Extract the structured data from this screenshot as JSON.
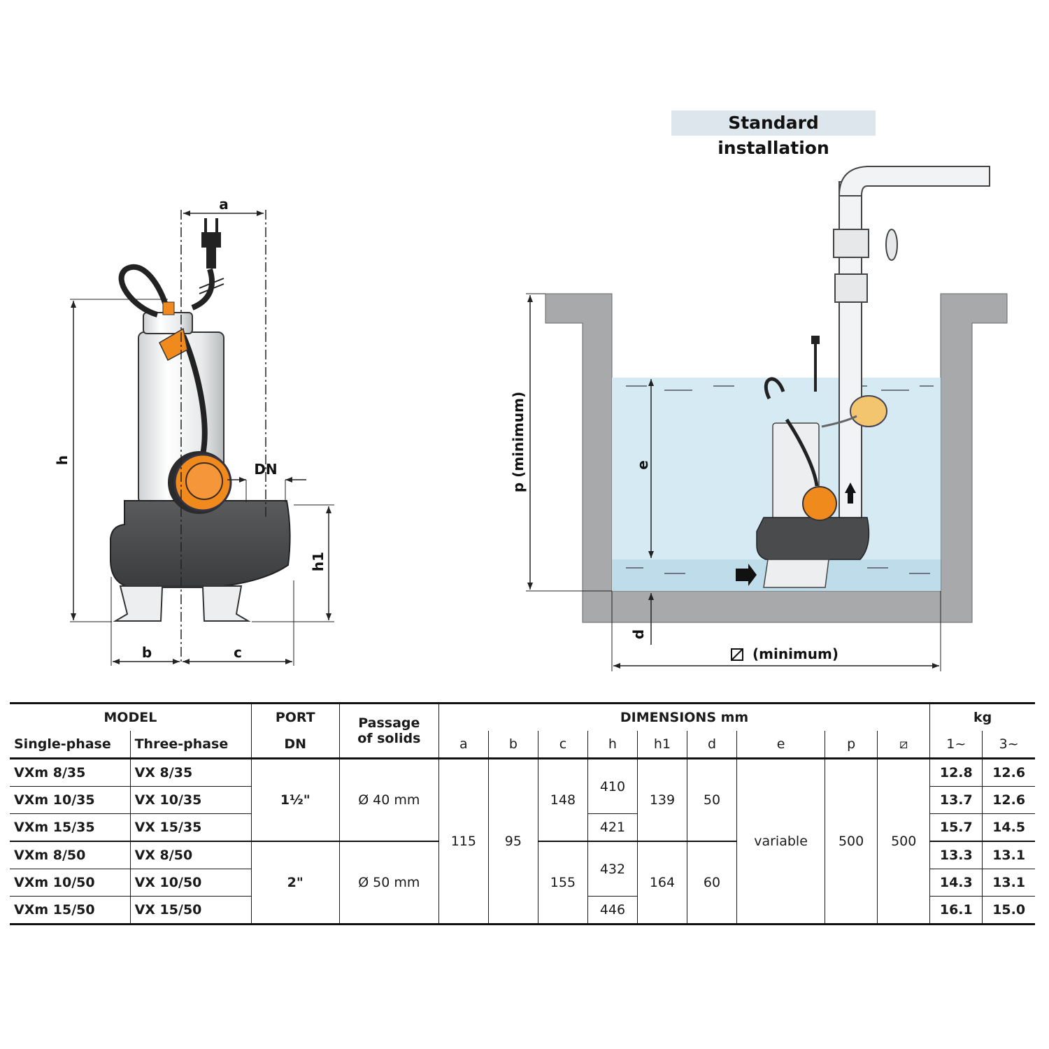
{
  "diagram_left": {
    "title": "Pump dimensions",
    "labels": {
      "a": "a",
      "b": "b",
      "c": "c",
      "h": "h",
      "h1": "h1",
      "DN": "DN"
    }
  },
  "diagram_right": {
    "title": "Standard installation",
    "labels": {
      "p": "p  (minimum)",
      "e": "e",
      "d": "d",
      "square": "(minimum)"
    }
  },
  "table": {
    "headers": {
      "model": "MODEL",
      "single_phase": "Single-phase",
      "three_phase": "Three-phase",
      "port": "PORT",
      "dn": "DN",
      "passage": "Passage",
      "of_solids": "of solids",
      "dimensions": "DIMENSIONS mm",
      "kg": "kg",
      "dim_cols": [
        "a",
        "b",
        "c",
        "h",
        "h1",
        "d",
        "e",
        "p",
        "⧄"
      ],
      "kg_cols": [
        "1~",
        "3~"
      ]
    },
    "rows": [
      {
        "single": "VXm 8/35",
        "three": "VX 8/35",
        "kg1": "12.8",
        "kg3": "12.6"
      },
      {
        "single": "VXm 10/35",
        "three": "VX 10/35",
        "kg1": "13.7",
        "kg3": "12.6"
      },
      {
        "single": "VXm 15/35",
        "three": "VX 15/35",
        "kg1": "15.7",
        "kg3": "14.5"
      },
      {
        "single": "VXm 8/50",
        "three": "VX 8/50",
        "kg1": "13.3",
        "kg3": "13.1"
      },
      {
        "single": "VXm 10/50",
        "three": "VX 10/50",
        "kg1": "14.3",
        "kg3": "13.1"
      },
      {
        "single": "VXm 15/50",
        "three": "VX 15/50",
        "kg1": "16.1",
        "kg3": "15.0"
      }
    ],
    "groups": [
      {
        "port": "1½\"",
        "passage": "Ø 40 mm",
        "c": "148",
        "h_a": "410",
        "h_b": "421",
        "h1": "139",
        "d": "50"
      },
      {
        "port": "2\"",
        "passage": "Ø 50 mm",
        "c": "155",
        "h_a": "432",
        "h_b": "446",
        "h1": "164",
        "d": "60"
      }
    ],
    "shared": {
      "a": "115",
      "b": "95",
      "e": "variable",
      "p": "500",
      "sq": "500"
    }
  },
  "colors": {
    "orange": "#f08a1c",
    "water": "#cfe6f1",
    "concrete": "#a8a9ab",
    "body": "#4a4b4d"
  }
}
